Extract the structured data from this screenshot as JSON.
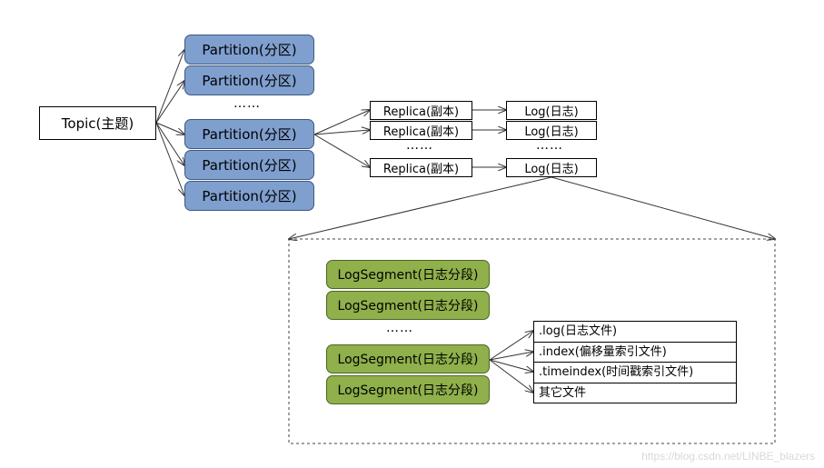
{
  "topic": {
    "label": "Topic(主题)"
  },
  "partitions": [
    {
      "label": "Partition(分区)"
    },
    {
      "label": "Partition(分区)"
    },
    {
      "label": "Partition(分区)"
    },
    {
      "label": "Partition(分区)"
    },
    {
      "label": "Partition(分区)"
    }
  ],
  "replicas": [
    {
      "label": "Replica(副本)"
    },
    {
      "label": "Replica(副本)"
    },
    {
      "label": "Replica(副本)"
    }
  ],
  "logs": [
    {
      "label": "Log(日志)"
    },
    {
      "label": "Log(日志)"
    },
    {
      "label": "Log(日志)"
    }
  ],
  "segments": [
    {
      "label": "LogSegment(日志分段)"
    },
    {
      "label": "LogSegment(日志分段)"
    },
    {
      "label": "LogSegment(日志分段)"
    },
    {
      "label": "LogSegment(日志分段)"
    }
  ],
  "files": [
    {
      "label": ".log(日志文件)"
    },
    {
      "label": ".index(偏移量索引文件)"
    },
    {
      "label": ".timeindex(时间戳索引文件)"
    },
    {
      "label": "其它文件"
    }
  ],
  "ellipsis": "……",
  "watermark": "https://blog.csdn.net/LINBE_blazers",
  "colors": {
    "partition_fill": "#7f9fcf",
    "segment_fill": "#8fb04a",
    "line": "#333333"
  }
}
